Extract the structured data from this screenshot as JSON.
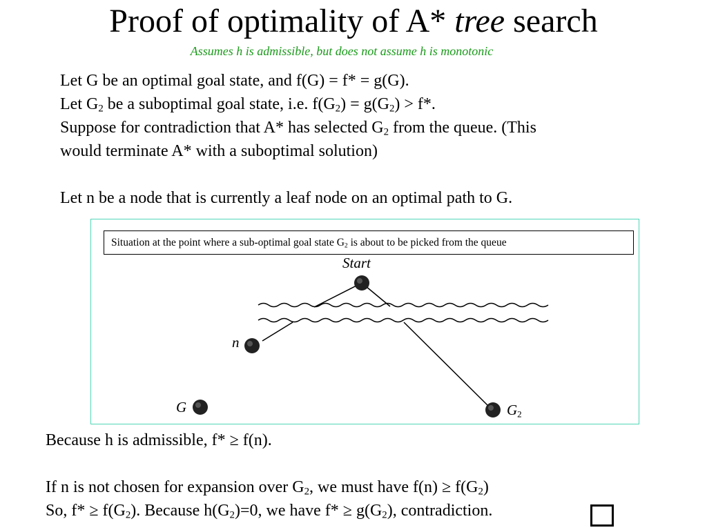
{
  "slide": {
    "title": {
      "part1": "Proof of optimality of A* ",
      "italic": "tree",
      "part2": " search"
    },
    "subtitle": "Assumes h is admissible, but does not assume h is monotonic",
    "intro": {
      "line1": "Let G be an optimal goal state, and f(G) = f* = g(G).",
      "line2": {
        "a": "Let G",
        "sub1": "2",
        "b": " be a suboptimal goal state, i.e. f(G",
        "sub2": "2",
        "c": ") = g(G",
        "sub3": "2",
        "d": ") > f*."
      },
      "line3": {
        "a": "Suppose for contradiction that A* has selected G",
        "sub1": "2",
        "b": " from the queue. (This"
      },
      "line4": "would terminate A* with a suboptimal solution)",
      "line5": "Let n be a node that is currently a leaf node on an optimal path to G."
    },
    "figure": {
      "caption": {
        "a": "Situation at the point where a sub-optimal goal state G",
        "sub": "2",
        "b": " is about to be picked from the queue"
      },
      "labels": {
        "start": "Start",
        "n": "n",
        "g": "G",
        "g2": "G",
        "g2_sub": "2"
      }
    },
    "conclusion": {
      "line1": "Because h is admissible, f* ≥ f(n).",
      "line2": {
        "a": "If n is not chosen for expansion over G",
        "sub1": "2",
        "b": ", we must have f(n) ≥ f(G",
        "sub2": "2",
        "c": ")"
      },
      "line3": {
        "a": "So, f* ≥ f(G",
        "sub1": "2",
        "b": ").  Because h(G",
        "sub2": "2",
        "c": ")=0, we have f* ≥ g(G",
        "sub3": "2",
        "d": "), contradiction."
      }
    }
  }
}
